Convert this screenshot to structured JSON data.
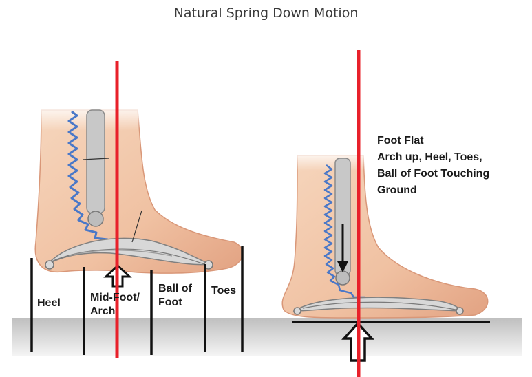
{
  "title": "Natural Spring Down Motion",
  "left_zones": {
    "heel": "Heel",
    "midfoot": [
      "Mid-Foot/",
      "Arch"
    ],
    "ball": [
      "Ball of",
      "Foot"
    ],
    "toes": "Toes"
  },
  "right_note": [
    "Foot Flat",
    "Arch up, Heel, Toes,",
    "Ball of Foot Touching",
    "Ground"
  ],
  "colors": {
    "skin": "#f2c7a8",
    "skin_shadow": "#e09e7d",
    "ground": "#cfcfcf",
    "guide_line": "#e8202a",
    "spring": "#4a78c8",
    "bone_gray": "#c9c9c9"
  }
}
